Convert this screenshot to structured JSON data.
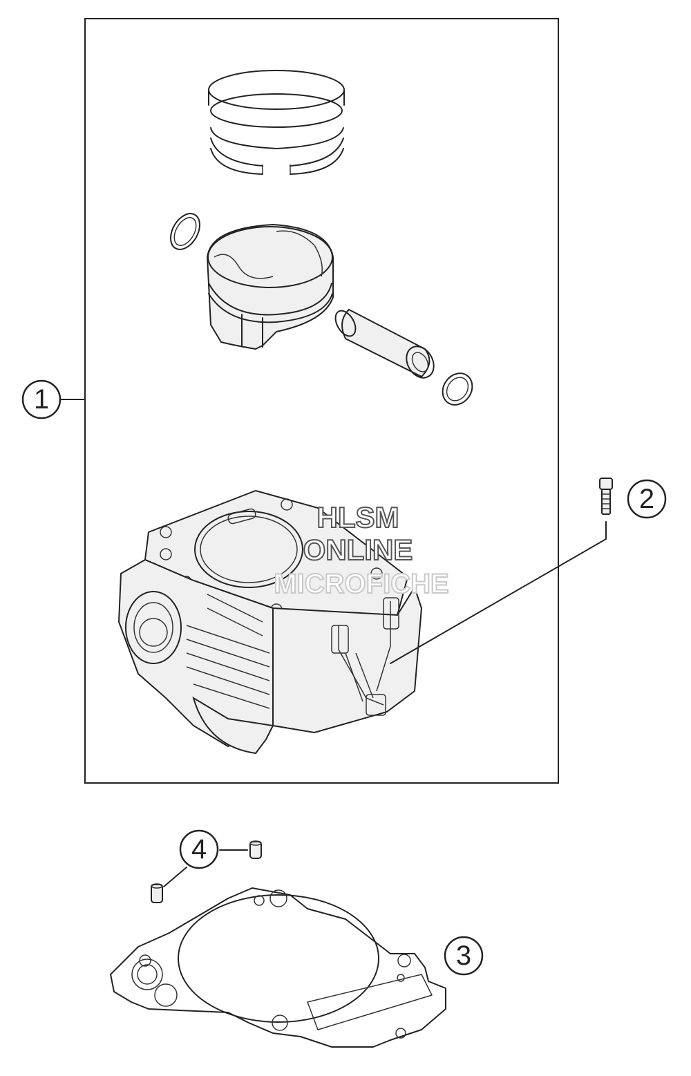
{
  "callouts": [
    {
      "id": "1",
      "label": "1"
    },
    {
      "id": "2",
      "label": "2"
    },
    {
      "id": "3",
      "label": "3"
    },
    {
      "id": "4",
      "label": "4"
    }
  ],
  "watermark": {
    "line1": "HLSM",
    "line2": "ONLINE",
    "line3": "MICROFICHE"
  }
}
